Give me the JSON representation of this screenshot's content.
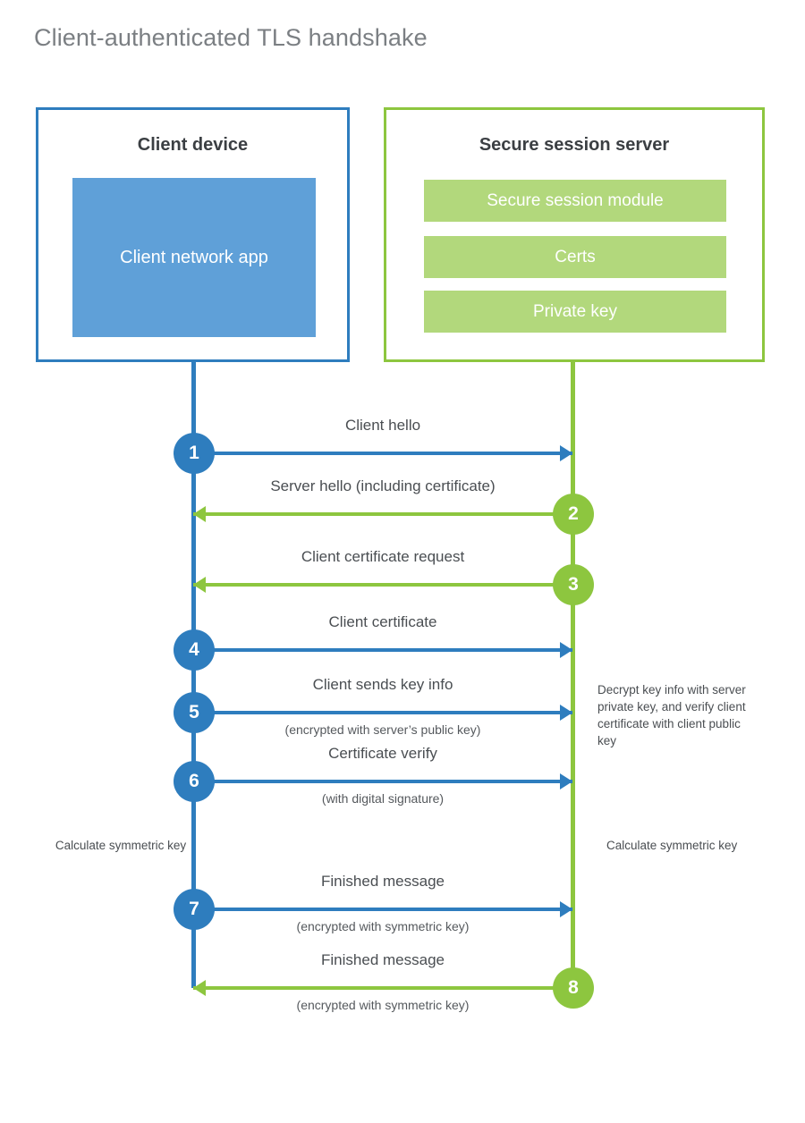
{
  "title": "Client-authenticated TLS handshake",
  "colors": {
    "client_blue": "#2E7DBE",
    "server_green": "#8DC63F",
    "client_app_fill": "#5FA0D8",
    "server_item_fill": "#B2D87C",
    "title_gray": "#7b7f83",
    "text_gray": "#4a4e52",
    "background": "#ffffff"
  },
  "client": {
    "title": "Client device",
    "app_label": "Client network app"
  },
  "server": {
    "title": "Secure session server",
    "items": [
      {
        "label": "Secure session module"
      },
      {
        "label": "Certs"
      },
      {
        "label": "Private key"
      }
    ]
  },
  "notes": {
    "decrypt": "Decrypt key info with server private key, and verify client certificate with client public key",
    "calculate_symmetric_key_client": "Calculate symmetric key",
    "calculate_symmetric_key_server": "Calculate symmetric key"
  },
  "steps": [
    {
      "number": "1",
      "label": "Client hello",
      "sublabel": "",
      "direction": "client-to-server",
      "actor": "client"
    },
    {
      "number": "2",
      "label": "Server hello (including certificate)",
      "sublabel": "",
      "direction": "server-to-client",
      "actor": "server"
    },
    {
      "number": "3",
      "label": "Client certificate request",
      "sublabel": "",
      "direction": "server-to-client",
      "actor": "server"
    },
    {
      "number": "4",
      "label": "Client certificate",
      "sublabel": "",
      "direction": "client-to-server",
      "actor": "client"
    },
    {
      "number": "5",
      "label": "Client sends key info",
      "sublabel": "(encrypted with server’s public key)",
      "direction": "client-to-server",
      "actor": "client"
    },
    {
      "number": "6",
      "label": "Certificate verify",
      "sublabel": "(with digital signature)",
      "direction": "client-to-server",
      "actor": "client"
    },
    {
      "number": "7",
      "label": "Finished message",
      "sublabel": "(encrypted with symmetric key)",
      "direction": "client-to-server",
      "actor": "client"
    },
    {
      "number": "8",
      "label": "Finished message",
      "sublabel": "(encrypted with symmetric key)",
      "direction": "server-to-client",
      "actor": "server"
    }
  ]
}
